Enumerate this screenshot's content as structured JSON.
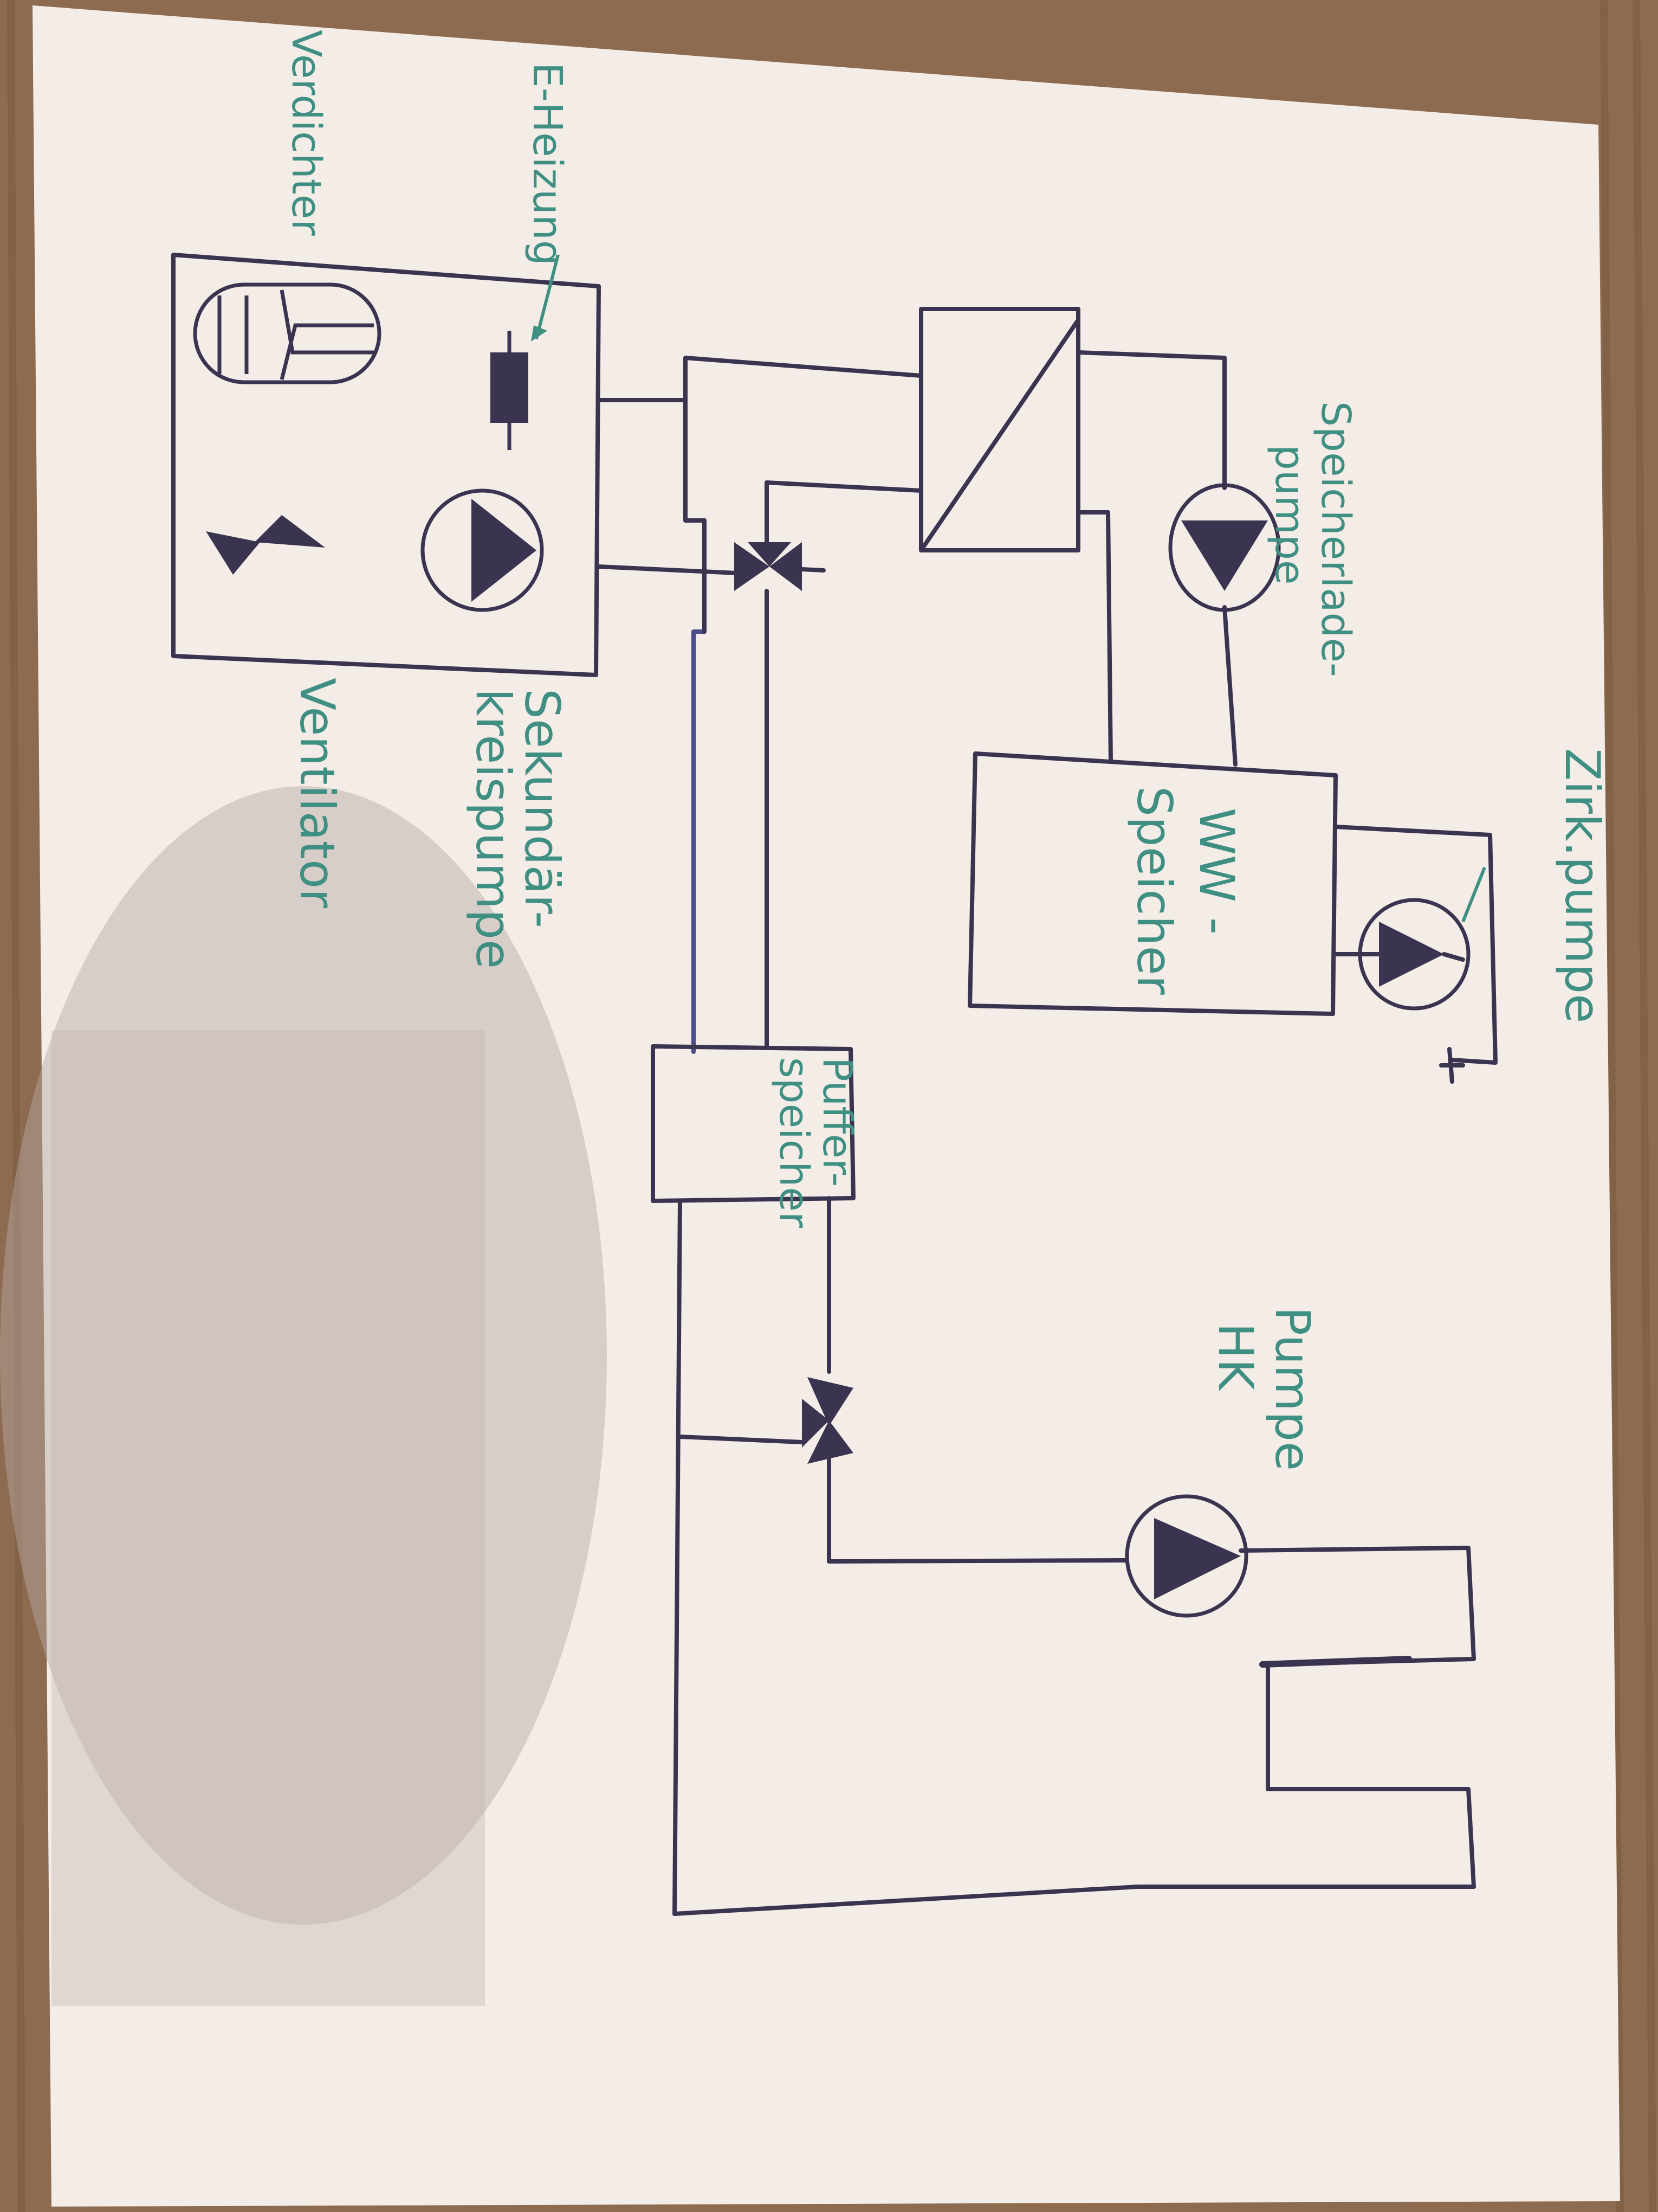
{
  "labels": {
    "verdichter": "Verdichter",
    "e_heizung": "E-Heizung",
    "sekundaerkreispumpe_1": "Sekundär-",
    "sekundaerkreispumpe_2": "kreispumpe",
    "ventilator": "Ventilator",
    "speicherladepumpe_1": "Speicherlade-",
    "speicherladepumpe_2": "pumpe",
    "ww_speicher_1": "WW -",
    "ww_speicher_2": "Speicher",
    "zirk_pumpe": "Zirk.pumpe",
    "puffer_speicher_1": "Puffer-",
    "puffer_speicher_2": "speicher",
    "pumpe_hk_1": "Pumpe",
    "pumpe_hk_2": "HK"
  },
  "colors": {
    "paper": "#f3ece7",
    "ink": "#3b3450",
    "label": "#3f8f83",
    "wood": "#8a6a4f"
  }
}
